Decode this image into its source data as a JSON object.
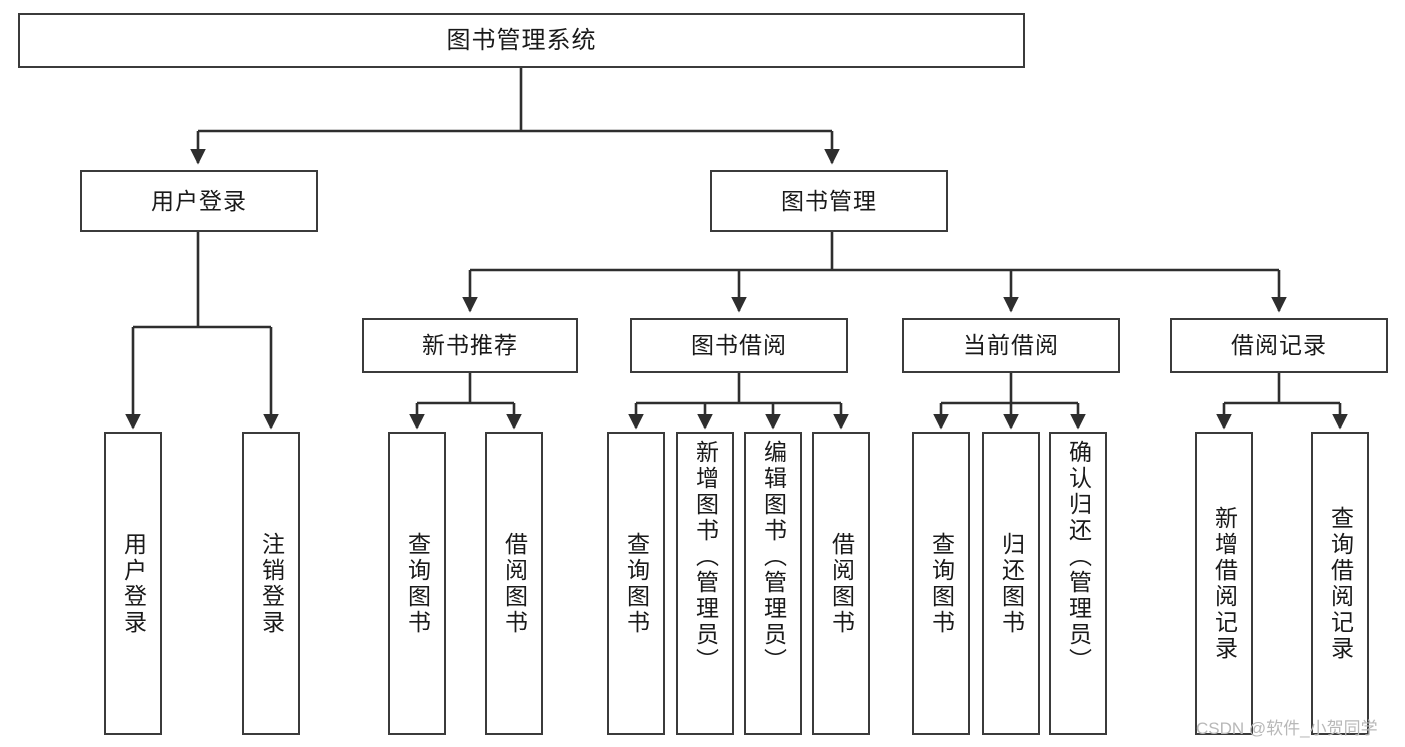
{
  "diagram": {
    "title": "图书管理系统",
    "type": "hierarchy-tree",
    "watermark": "CSDN @软件_小贺同学",
    "colors": {
      "node_border": "#3b3b3b",
      "node_fill": "#ffffff",
      "connector": "#2e2e2e",
      "text": "#1a1a1a",
      "watermark": "#b8b8b8"
    },
    "nodes": {
      "root": {
        "label": "图书管理系统"
      },
      "level2": [
        {
          "label": "用户登录"
        },
        {
          "label": "图书管理"
        }
      ],
      "level3": [
        {
          "label": "新书推荐"
        },
        {
          "label": "图书借阅"
        },
        {
          "label": "当前借阅"
        },
        {
          "label": "借阅记录"
        }
      ],
      "leaves": {
        "user_login": [
          {
            "label": "用户登录"
          },
          {
            "label": "注销登录"
          }
        ],
        "new_book_recommend": [
          {
            "label": "查询图书"
          },
          {
            "label": "借阅图书"
          }
        ],
        "book_borrow": [
          {
            "label": "查询图书"
          },
          {
            "label": "新增图书（管理员）"
          },
          {
            "label": "编辑图书（管理员）"
          },
          {
            "label": "借阅图书"
          }
        ],
        "current_borrow": [
          {
            "label": "查询图书"
          },
          {
            "label": "归还图书"
          },
          {
            "label": "确认归还（管理员）"
          }
        ],
        "borrow_record": [
          {
            "label": "新增借阅记录"
          },
          {
            "label": "查询借阅记录"
          }
        ]
      }
    }
  }
}
